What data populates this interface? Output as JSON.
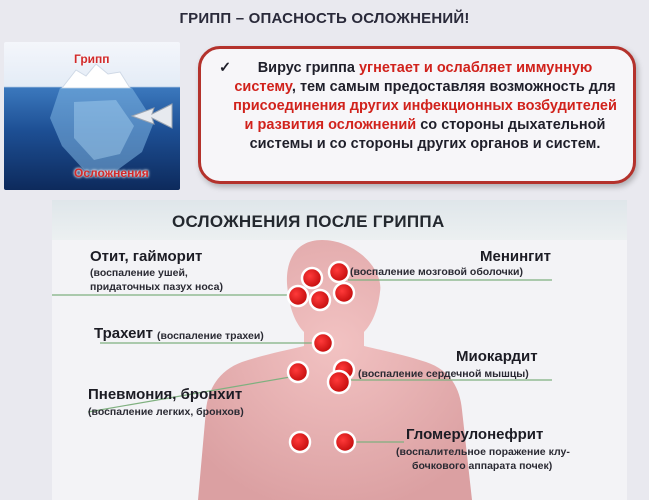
{
  "title": "ГРИПП – ОПАСНОСТЬ ОСЛОЖНЕНИЙ!",
  "iceberg": {
    "top_label": "Грипп",
    "bottom_label": "Осложнения"
  },
  "info": {
    "check": "✓",
    "part1": "Вирус гриппа ",
    "part2": "угнетает и ослабляет иммунную систему",
    "part3": ", тем самым предоставляя возможность для ",
    "part4": "присоединения других инфекционных возбудителей и развития осложнений",
    "part5": " со стороны дыхательной системы и со стороны других органов и систем."
  },
  "complications": {
    "title": "ОСЛОЖНЕНИЯ ПОСЛЕ ГРИППА",
    "otitis": {
      "name": "Отит, гайморит",
      "desc1": "(воспаление ушей,",
      "desc2": "придаточных пазух носа)"
    },
    "meningitis": {
      "name": "Менингит",
      "desc": "(воспаление мозговой оболочки)"
    },
    "tracheitis": {
      "name": "Трахеит",
      "desc": "(воспаление трахеи)"
    },
    "myocarditis": {
      "name": "Миокардит",
      "desc": "(воспаление сердечной мышцы)"
    },
    "pneumonia": {
      "name": "Пневмония, бронхит",
      "desc": "(воспаление легких, бронхов)"
    },
    "glomerulonephritis": {
      "name": "Гломерулонефрит",
      "desc1": "(воспалительное поражение клу-",
      "desc2": "бочкового аппарата почек)"
    }
  },
  "colors": {
    "accent_red": "#d1221c",
    "border_red": "#b4322c",
    "ocean_blue": "#1d4f94"
  }
}
